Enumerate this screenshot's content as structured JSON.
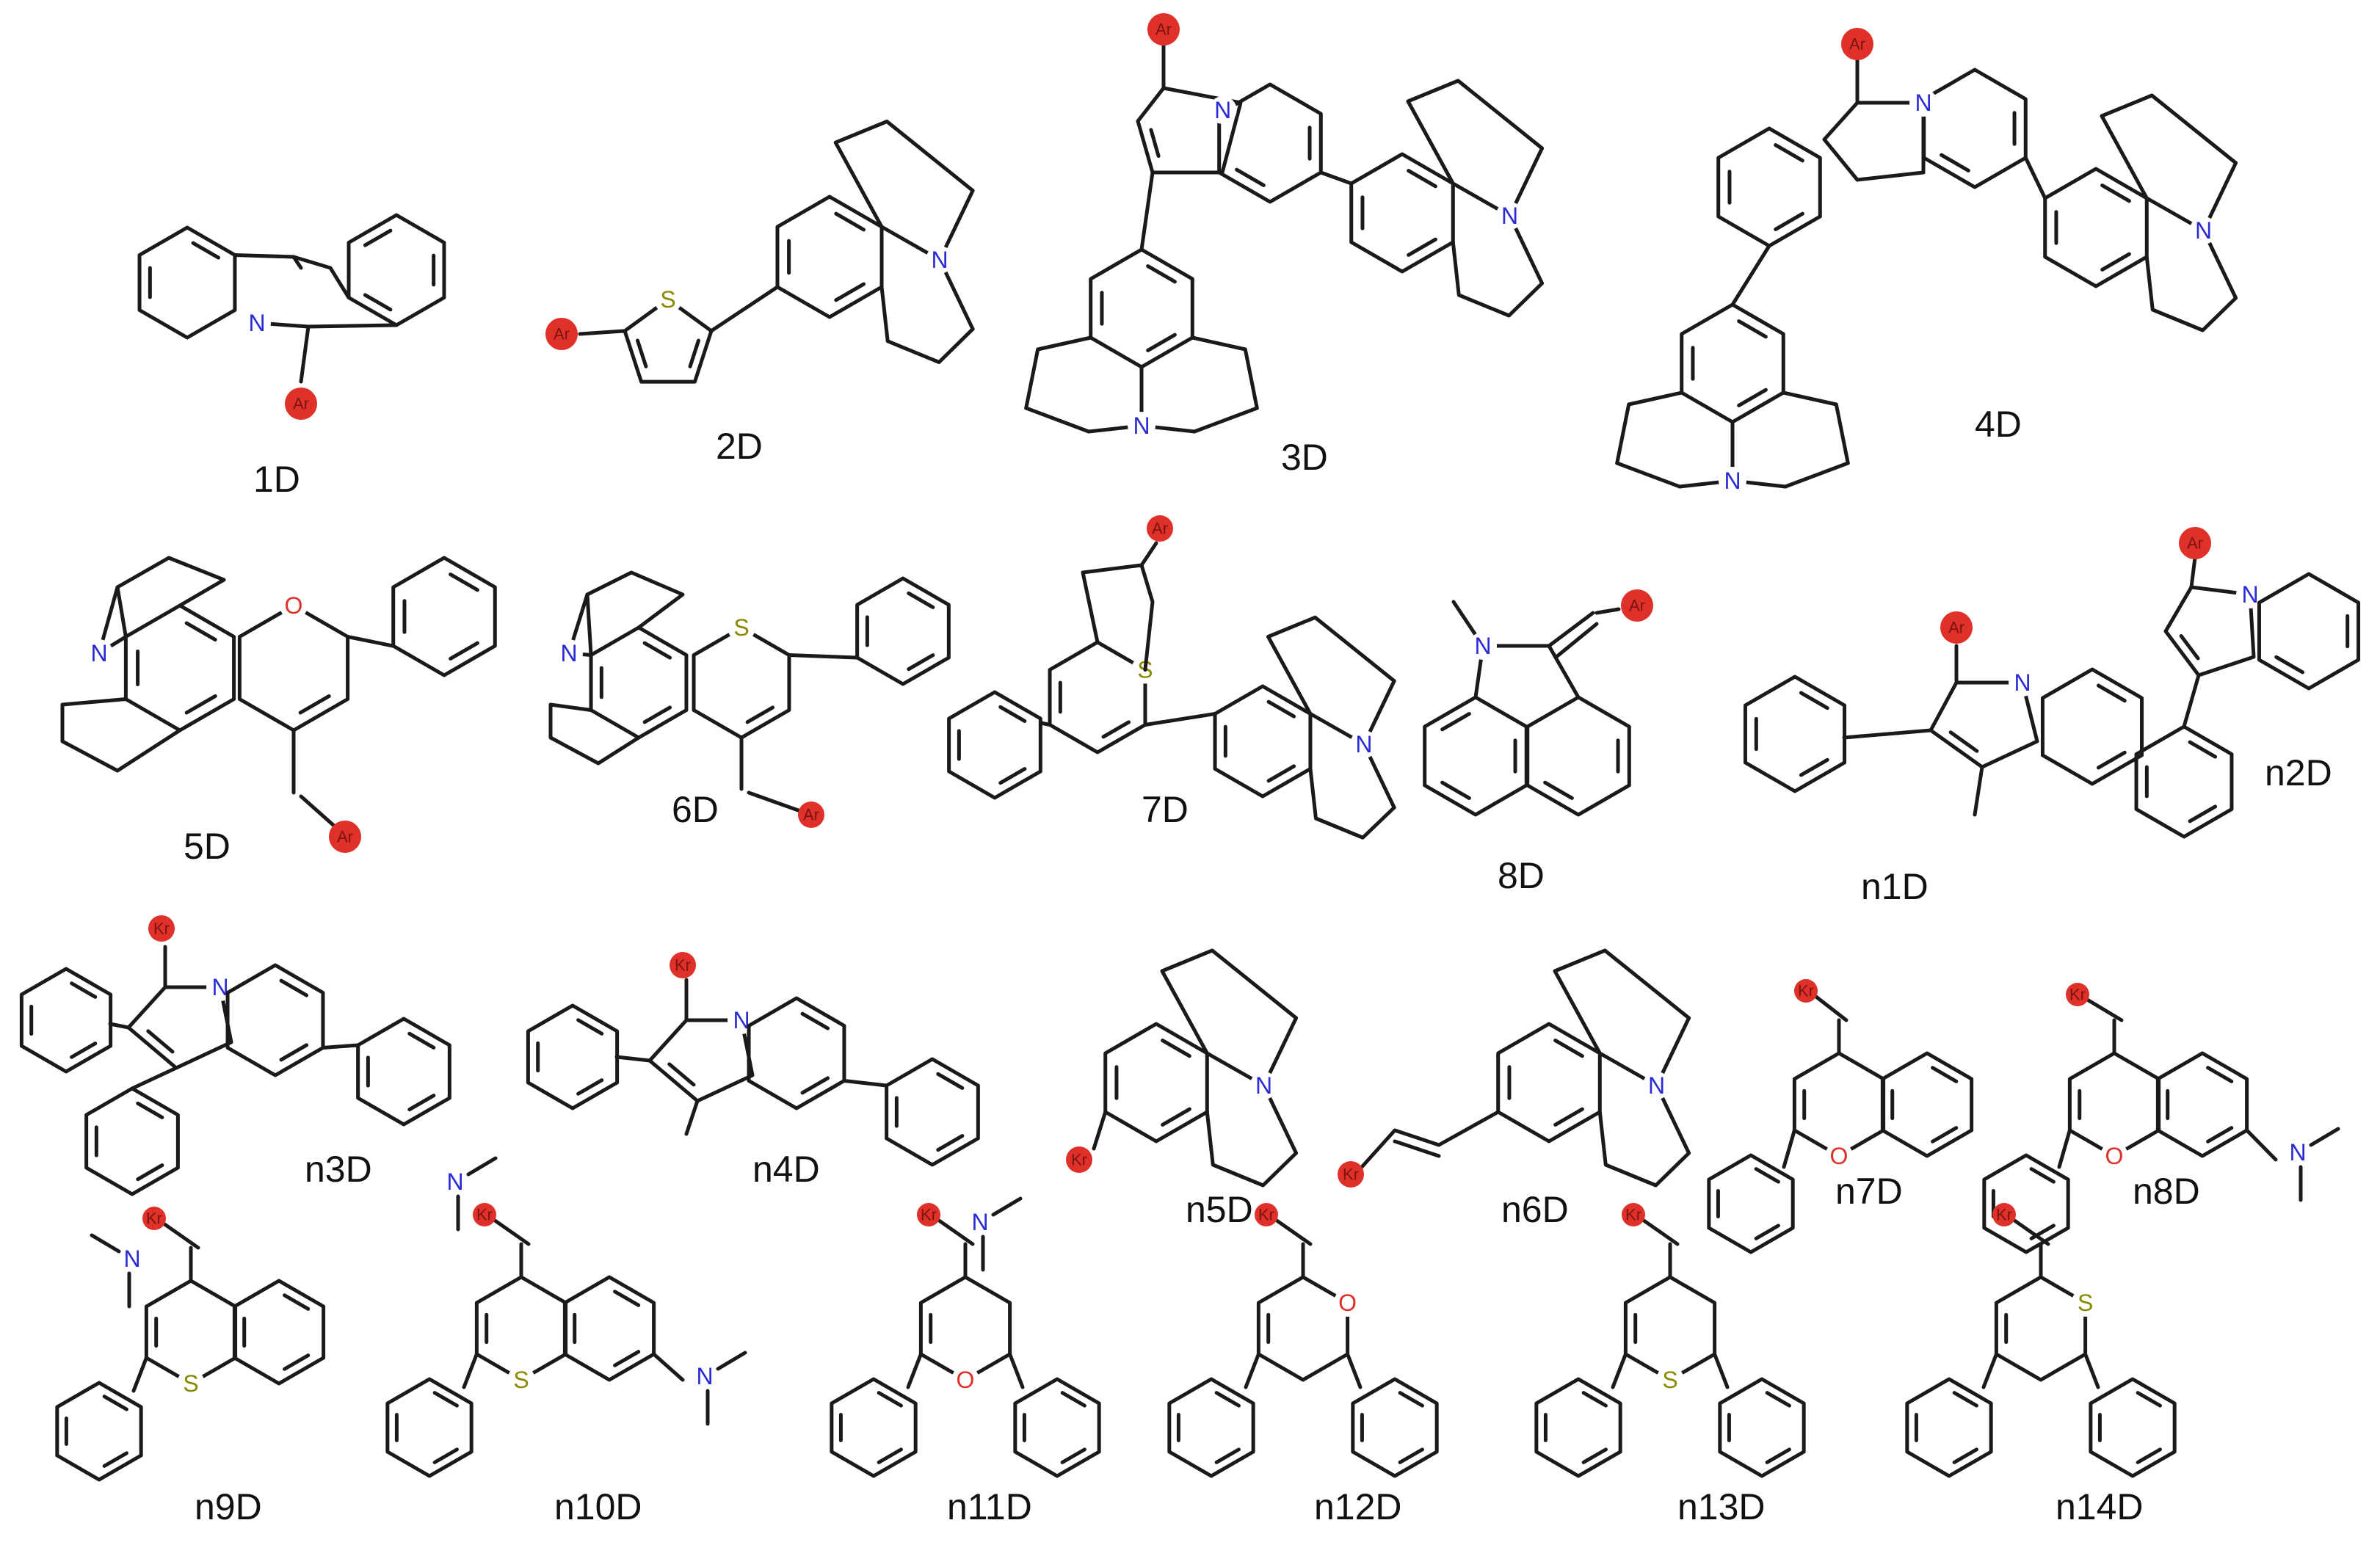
{
  "atom_colors": {
    "N": "#2b2bd6",
    "S": "#8a8a00",
    "O": "#e0302a",
    "substituent": "#e0302a"
  },
  "compounds": [
    {
      "id": "1D",
      "label": "1D",
      "substituent": "Ar"
    },
    {
      "id": "2D",
      "label": "2D",
      "substituent": "Ar"
    },
    {
      "id": "3D",
      "label": "3D",
      "substituent": "Ar"
    },
    {
      "id": "4D",
      "label": "4D",
      "substituent": "Ar"
    },
    {
      "id": "5D",
      "label": "5D",
      "substituent": "Ar"
    },
    {
      "id": "6D",
      "label": "6D",
      "substituent": "Ar"
    },
    {
      "id": "7D",
      "label": "7D",
      "substituent": "Ar"
    },
    {
      "id": "8D",
      "label": "8D",
      "substituent": "Ar"
    },
    {
      "id": "n1D",
      "label": "n1D",
      "substituent": "Ar"
    },
    {
      "id": "n2D",
      "label": "n2D",
      "substituent": "Ar"
    },
    {
      "id": "n3D",
      "label": "n3D",
      "substituent": "Kr"
    },
    {
      "id": "n4D",
      "label": "n4D",
      "substituent": "Kr"
    },
    {
      "id": "n5D",
      "label": "n5D",
      "substituent": "Kr"
    },
    {
      "id": "n6D",
      "label": "n6D",
      "substituent": "Kr"
    },
    {
      "id": "n7D",
      "label": "n7D",
      "substituent": "Kr"
    },
    {
      "id": "n8D",
      "label": "n8D",
      "substituent": "Kr"
    },
    {
      "id": "n9D",
      "label": "n9D",
      "substituent": "Kr"
    },
    {
      "id": "n10D",
      "label": "n10D",
      "substituent": "Kr"
    },
    {
      "id": "n11D",
      "label": "n11D",
      "substituent": "Kr"
    },
    {
      "id": "n12D",
      "label": "n12D",
      "substituent": "Kr"
    },
    {
      "id": "n13D",
      "label": "n13D",
      "substituent": "Kr"
    },
    {
      "id": "n14D",
      "label": "n14D",
      "substituent": "Kr"
    }
  ]
}
